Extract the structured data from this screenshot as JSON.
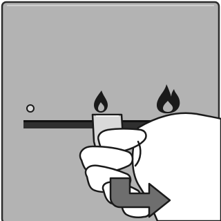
{
  "diagram": {
    "kind": "instruction-illustration",
    "markers": [
      {
        "name": "off-marker",
        "icon": "dot-icon"
      },
      {
        "name": "low-flame-marker",
        "icon": "small-flame-icon"
      },
      {
        "name": "high-flame-marker",
        "icon": "large-flame-icon"
      }
    ],
    "action": {
      "hand": "hand-icon",
      "direction": "slide-lever-right",
      "arrow": "right-arrow-icon"
    },
    "colors": {
      "panel": "#b3b3b3",
      "panel_edge": "#2b2b2b",
      "slot": "#2f2f2f",
      "lever": "#d9d9d9",
      "hand": "#ffffff",
      "outline": "#1a1a1a",
      "arrow": "#6e6e6e"
    }
  }
}
